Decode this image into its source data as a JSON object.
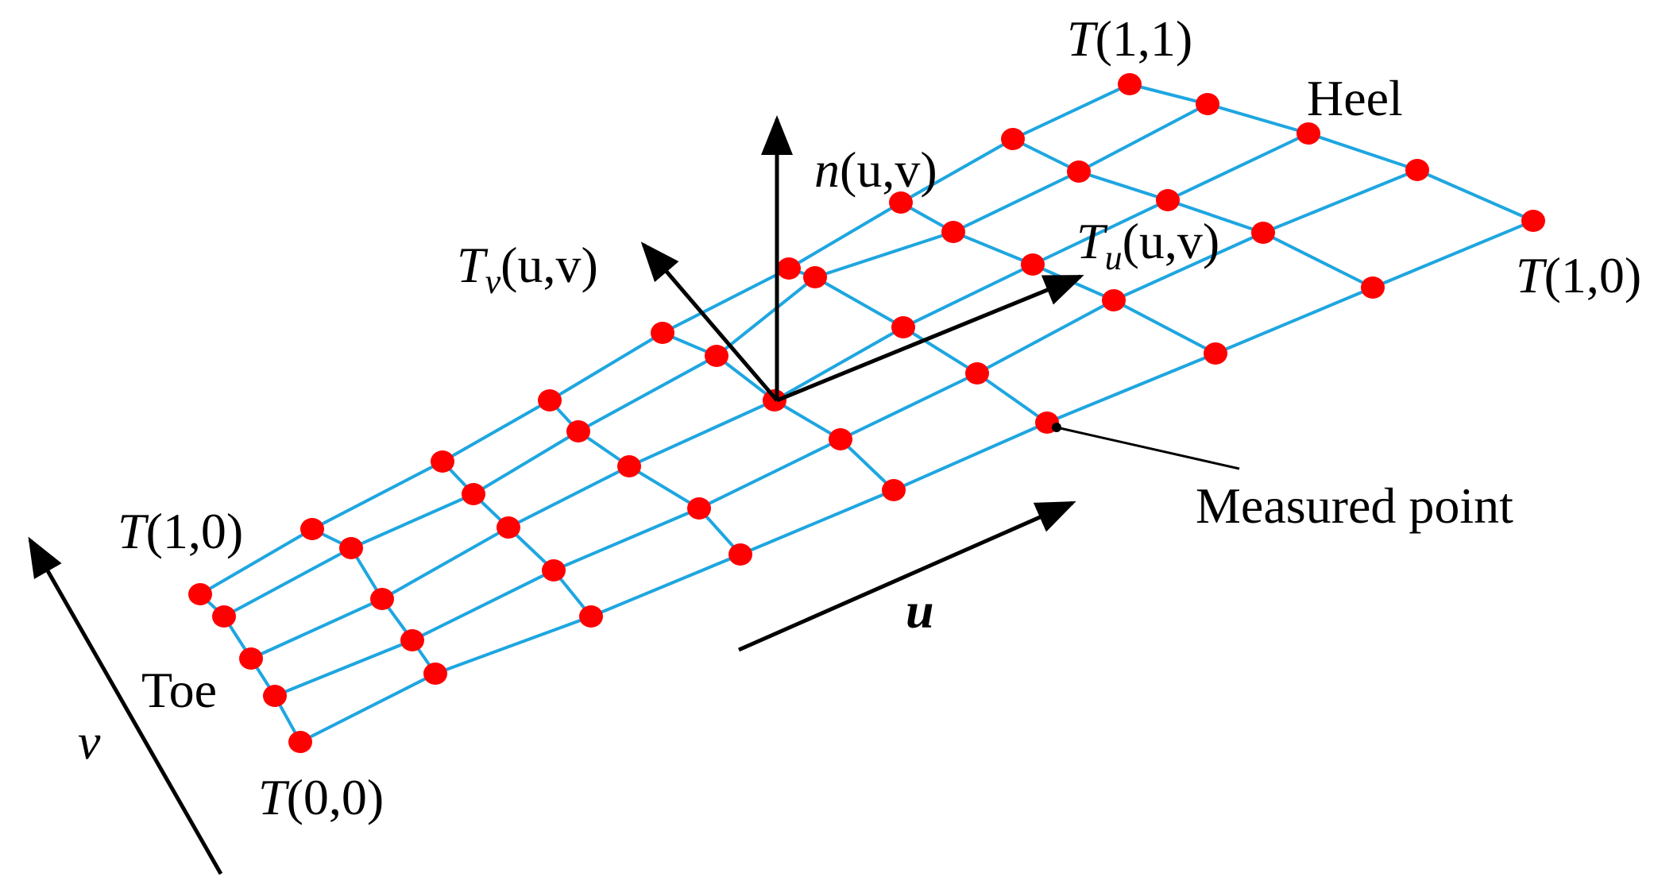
{
  "diagram": {
    "labels": {
      "t11": "T(1,1)",
      "heel": "Heel",
      "t10_right": "T(1,0)",
      "t10_left": "T(1,0)",
      "t00": "T(0,0)",
      "toe": "Toe",
      "normal": "n(u,v)",
      "tangent_v": "Tv(u,v)",
      "tangent_u": "Tu(u,v)",
      "measured_point": "Measured point",
      "u_axis": "u",
      "v_axis": "v"
    },
    "parts": {
      "T": "T",
      "n": "n",
      "sub_u": "u",
      "sub_v": "v",
      "args_uv": "(u,v)",
      "args_11": "(1,1)",
      "args_10": "(1,0)",
      "args_00": "(0,0)"
    },
    "colors": {
      "grid_line": "#1ea6e0",
      "measured_point": "#ff0000",
      "arrow": "#000000",
      "background": "#ffffff"
    }
  }
}
